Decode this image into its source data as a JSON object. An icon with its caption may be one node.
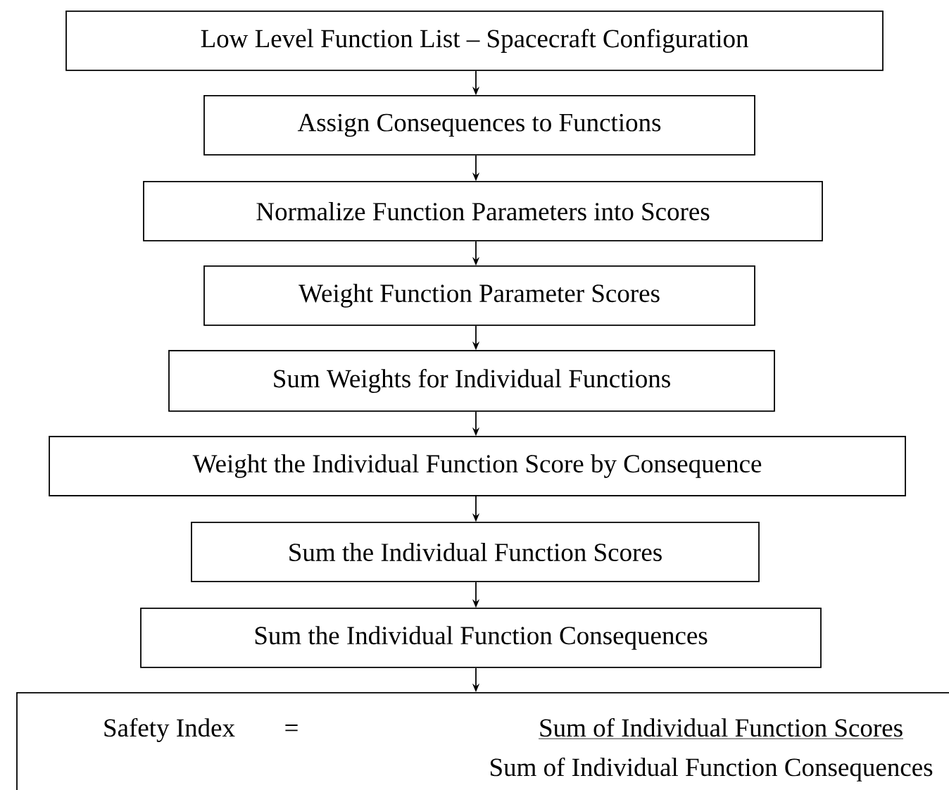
{
  "diagram": {
    "nodes": [
      {
        "text": [
          "Low Level Function List – Spacecraft Configuration"
        ]
      },
      {
        "text": [
          "Assign Consequences to Functions"
        ]
      },
      {
        "text": [
          "Normalize Function Parameters into Scores"
        ]
      },
      {
        "text": [
          "Weight Function Parameter Scores"
        ]
      },
      {
        "text": [
          "Sum Weights for Individual Functions"
        ]
      },
      {
        "text": [
          "Weight the Individual Function Score by Consequence"
        ]
      },
      {
        "text": [
          "Sum the Individual Function Scores"
        ]
      },
      {
        "text": [
          "Sum the Individual Function Consequences"
        ]
      },
      {
        "text": [
          "Safety Index",
          "=",
          "Sum of Individual Function Scores",
          "Sum of Individual Function Consequences"
        ]
      }
    ],
    "edges": [
      {
        "from": 0,
        "to": 1,
        "arrow": "to"
      },
      {
        "from": 1,
        "to": 2,
        "arrow": "to"
      },
      {
        "from": 2,
        "to": 3,
        "arrow": "to"
      },
      {
        "from": 3,
        "to": 4,
        "arrow": "to"
      },
      {
        "from": 4,
        "to": 5,
        "arrow": "to"
      },
      {
        "from": 5,
        "to": 6,
        "arrow": "to"
      },
      {
        "from": 6,
        "to": 7,
        "arrow": "to"
      },
      {
        "from": 7,
        "to": 8,
        "arrow": "to"
      }
    ]
  }
}
